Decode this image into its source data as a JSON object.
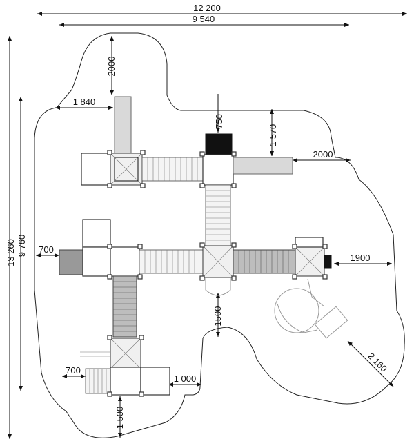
{
  "dimensions": {
    "overall_width": "12 200",
    "inner_width": "9 540",
    "overall_height": "13 260",
    "inner_height": "9 760",
    "top_tower_clearance": "2000",
    "top_left_offset": "1 840",
    "black_panel_offset": "750",
    "right_top_offset": "1 570",
    "slide_clearance": "2000",
    "left_step": "700",
    "right_side": "1900",
    "center_gap": "1500",
    "bottom_left_step": "700",
    "bottom_right": "1 000",
    "bottom_gap": "1 500",
    "diagonal_slide": "2 160"
  }
}
